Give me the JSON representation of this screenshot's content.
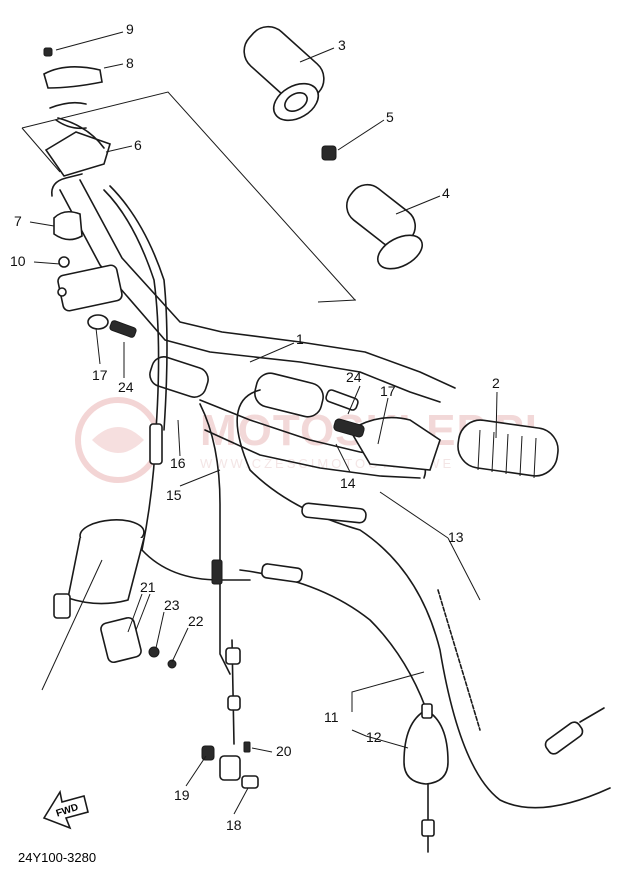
{
  "diagram": {
    "part_labels": [
      {
        "id": "1",
        "text": "1"
      },
      {
        "id": "2",
        "text": "2"
      },
      {
        "id": "3",
        "text": "3"
      },
      {
        "id": "4",
        "text": "4"
      },
      {
        "id": "5",
        "text": "5"
      },
      {
        "id": "6",
        "text": "6"
      },
      {
        "id": "7",
        "text": "7"
      },
      {
        "id": "8",
        "text": "8"
      },
      {
        "id": "9",
        "text": "9"
      },
      {
        "id": "10",
        "text": "10"
      },
      {
        "id": "11",
        "text": "11"
      },
      {
        "id": "12",
        "text": "12"
      },
      {
        "id": "13",
        "text": "13"
      },
      {
        "id": "14",
        "text": "14"
      },
      {
        "id": "15",
        "text": "15"
      },
      {
        "id": "16",
        "text": "16"
      },
      {
        "id": "17a",
        "text": "17"
      },
      {
        "id": "17b",
        "text": "17"
      },
      {
        "id": "18",
        "text": "18"
      },
      {
        "id": "19",
        "text": "19"
      },
      {
        "id": "20",
        "text": "20"
      },
      {
        "id": "21",
        "text": "21"
      },
      {
        "id": "22",
        "text": "22"
      },
      {
        "id": "23",
        "text": "23"
      },
      {
        "id": "24a",
        "text": "24"
      },
      {
        "id": "24b",
        "text": "24"
      }
    ],
    "fwd_marker": "FWD",
    "catalog_code": "24Y100-3280",
    "watermark": {
      "text": "MOTOSKLEP.PL",
      "sub": "WWW.CZESCIMOTOCYKLOWE"
    }
  }
}
